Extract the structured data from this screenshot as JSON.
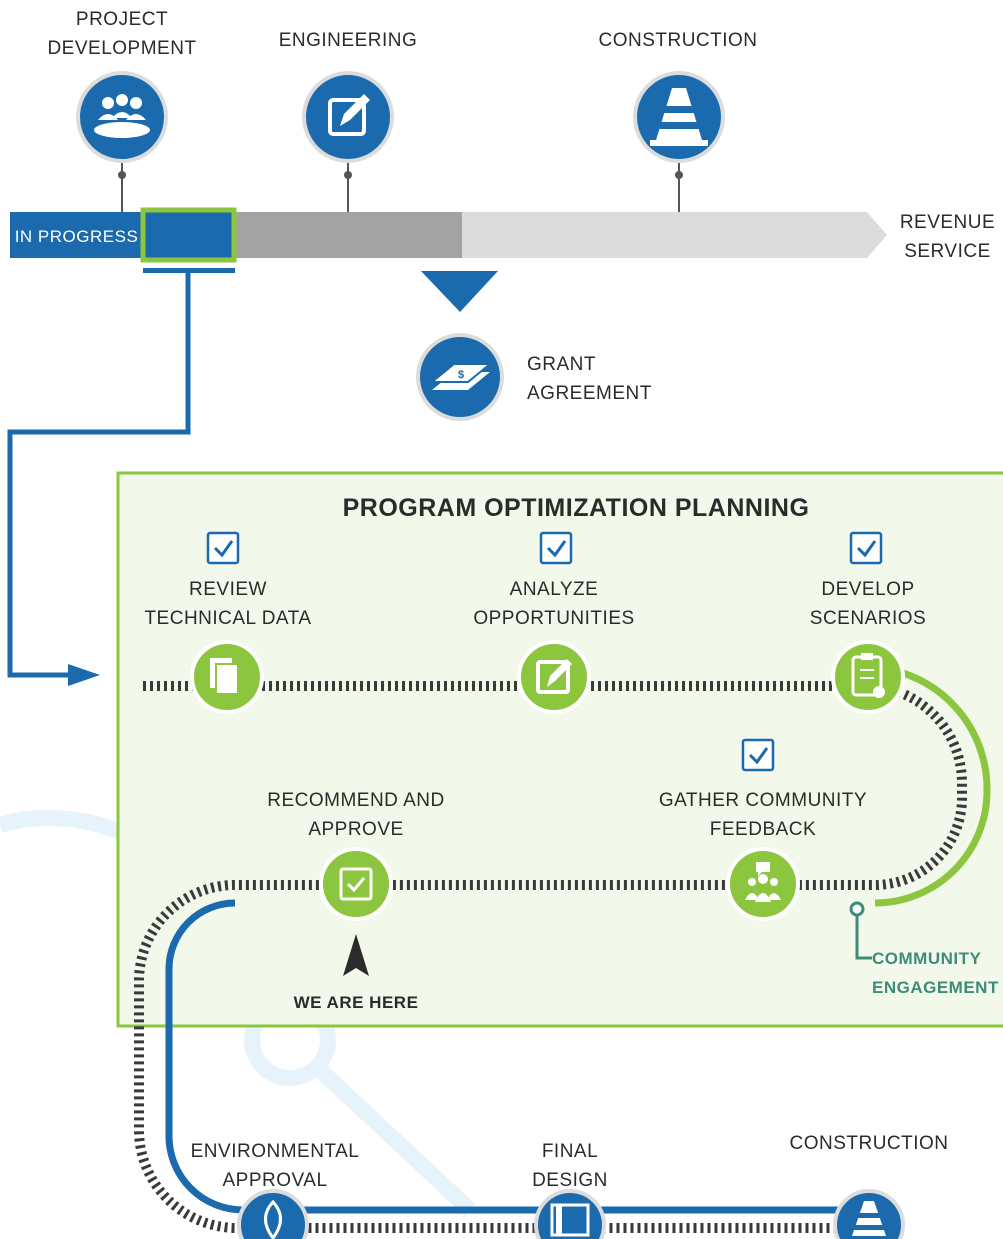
{
  "phases": {
    "project_development": "PROJECT\nDEVELOPMENT",
    "engineering": "ENGINEERING",
    "construction": "CONSTRUCTION"
  },
  "progress_bar": {
    "status_label": "IN PROGRESS",
    "end_label": "REVENUE\nSERVICE"
  },
  "milestone": {
    "label": "GRANT\nAGREEMENT"
  },
  "panel": {
    "title": "PROGRAM OPTIMIZATION PLANNING",
    "steps": [
      {
        "label": "REVIEW\nTECHNICAL DATA",
        "completed": true
      },
      {
        "label": "ANALYZE\nOPPORTUNITIES",
        "completed": true
      },
      {
        "label": "DEVELOP\nSCENARIOS",
        "completed": true
      },
      {
        "label": "GATHER COMMUNITY\nFEEDBACK",
        "completed": true
      },
      {
        "label": "RECOMMEND AND\nAPPROVE",
        "completed": false
      }
    ],
    "current_marker": "WE ARE HERE",
    "community_label": "COMMUNITY\nENGAGEMENT"
  },
  "future_steps": [
    {
      "label": "ENVIRONMENTAL\nAPPROVAL"
    },
    {
      "label": "FINAL\nDESIGN"
    },
    {
      "label": "CONSTRUCTION"
    }
  ],
  "colors": {
    "blue": "#1b6aad",
    "green": "#8cc63f",
    "teal": "#3d8c7a",
    "gray_dark": "#a3a3a3",
    "gray_light": "#dcdcdc",
    "panel_bg": "#f2f8ea",
    "rail": "#3a3a3a",
    "faint": "#e8f4fb"
  }
}
